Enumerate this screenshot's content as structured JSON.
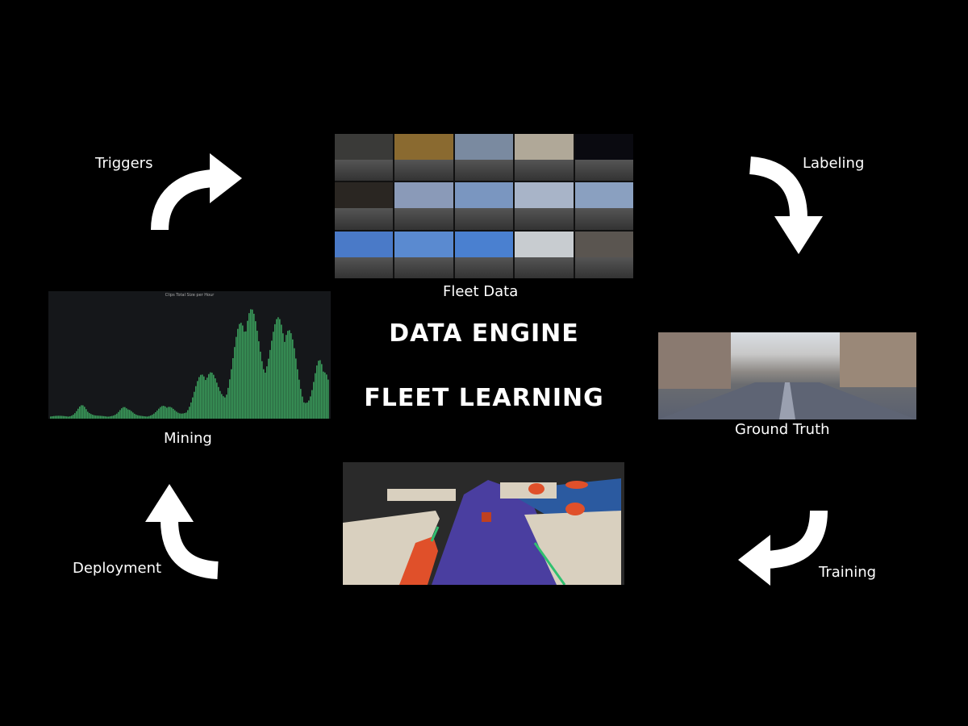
{
  "title": "DATA ENGINE",
  "subtitle": "FLEET LEARNING",
  "cycle": {
    "fleet_data": "Fleet Data",
    "labeling": "Labeling",
    "ground_truth": "Ground Truth",
    "training": "Training",
    "deployment": "Deployment",
    "mining": "Mining",
    "triggers": "Triggers"
  },
  "mining_chart_title": "Clips Total Size per Hour",
  "colors": {
    "background": "#000000",
    "arrow": "#ffffff",
    "chart_bars": "#3a9a5a",
    "road": "#4a3ea0",
    "car": "#e0502a",
    "building": "#d8d0c0"
  }
}
